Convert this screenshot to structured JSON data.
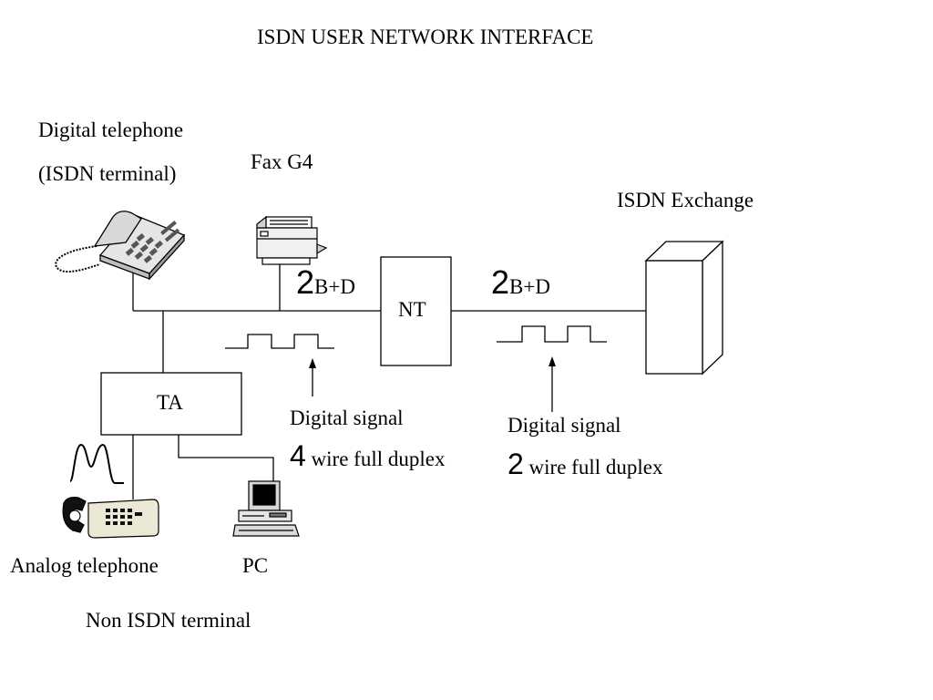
{
  "title": "ISDN USER NETWORK INTERFACE",
  "devices": {
    "digital_telephone": {
      "line1": "Digital telephone",
      "line2": "(ISDN terminal)"
    },
    "fax": "Fax G4",
    "exchange": "ISDN Exchange",
    "nt": "NT",
    "ta": "TA",
    "analog_telephone": "Analog telephone",
    "pc": "PC",
    "non_isdn": "Non ISDN terminal"
  },
  "links": {
    "left": {
      "number": "2",
      "suffix": "B+D",
      "signal": "Digital signal",
      "wire_number": "4",
      "wire_text": "wire full duplex"
    },
    "right": {
      "number": "2",
      "suffix": "B+D",
      "signal": "Digital signal",
      "wire_number": "2",
      "wire_text": "wire full duplex"
    }
  }
}
